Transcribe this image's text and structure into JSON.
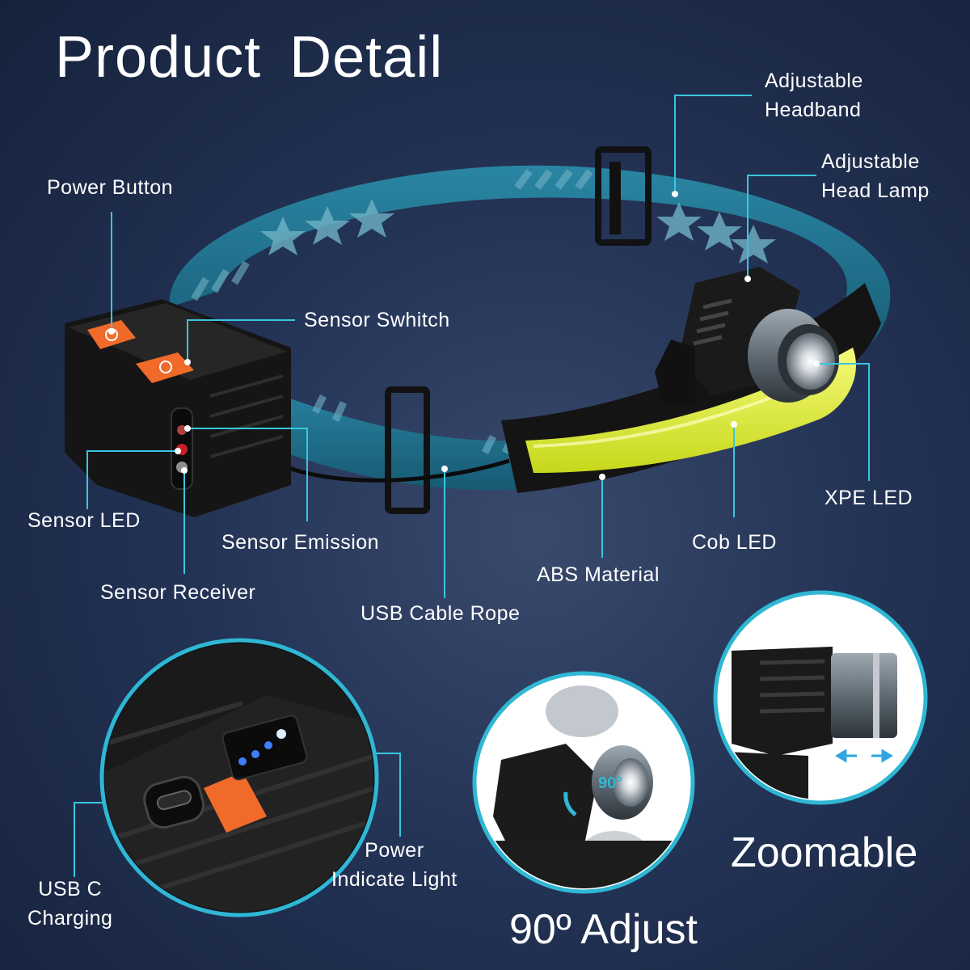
{
  "title": "Product Detail",
  "labels": {
    "adjustable_headband": [
      "Adjustable",
      "Headband"
    ],
    "adjustable_head_lamp": [
      "Adjustable",
      "Head Lamp"
    ],
    "power_button": "Power Button",
    "sensor_switch": "Sensor Swhitch",
    "sensor_led": "Sensor LED",
    "sensor_emission": "Sensor Emission",
    "sensor_receiver": "Sensor Receiver",
    "usb_cable_rope": "USB Cable Rope",
    "abs_material": "ABS Material",
    "cob_led": "Cob LED",
    "xpe_led": "XPE LED",
    "power_indicate_light": [
      "Power",
      "Indicate Light"
    ],
    "usb_c_charging": [
      "USB C",
      "Charging"
    ]
  },
  "features": {
    "adjust": "90º Adjust",
    "adjust_badge": "90°",
    "zoomable": "Zoomable"
  },
  "colors": {
    "accent_line": "#39c6e0",
    "strap": "#1f6e8a",
    "button": "#f06a2a",
    "cob": "#e4f03a"
  }
}
